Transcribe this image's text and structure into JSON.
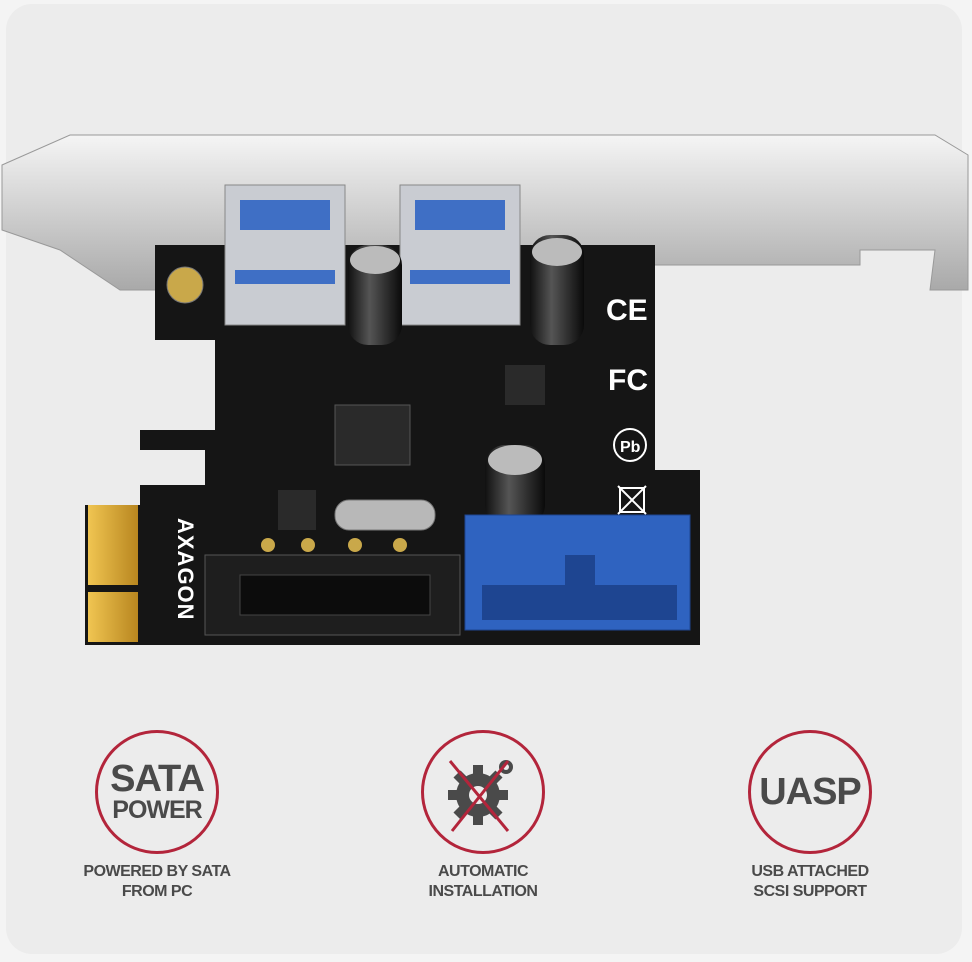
{
  "product": {
    "brand": "AXAGON",
    "marks": [
      "CE",
      "FC",
      "Pb"
    ]
  },
  "features": [
    {
      "icon": "sata-power-badge",
      "badge_line1": "SATA",
      "badge_line2": "POWER",
      "caption_line1": "POWERED BY SATA",
      "caption_line2": "FROM PC"
    },
    {
      "icon": "gear-crossed-icon",
      "caption_line1": "AUTOMATIC",
      "caption_line2": "INSTALLATION"
    },
    {
      "icon": "uasp-badge",
      "badge_line1": "UASP",
      "caption_line1": "USB ATTACHED",
      "caption_line2": "SCSI SUPPORT"
    }
  ],
  "colors": {
    "accent": "#b3253b",
    "text": "#4a4a4a",
    "pcb": "#151515",
    "header": "#2f63c0",
    "gold": "#d9a93a"
  }
}
